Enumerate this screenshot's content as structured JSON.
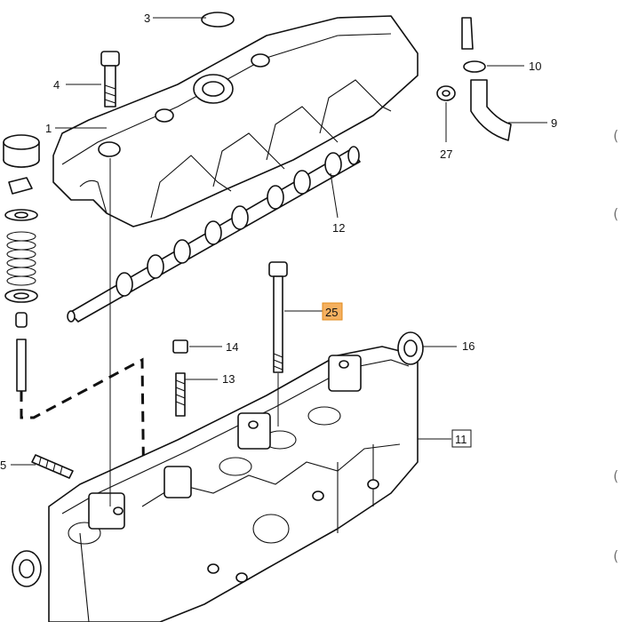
{
  "callouts": {
    "c1": "1",
    "c3": "3",
    "c4": "4",
    "c5": "5",
    "c9": "9",
    "c10": "10",
    "c11": "11",
    "c12": "12",
    "c13": "13",
    "c14": "14",
    "c16": "16",
    "c25": "25",
    "c27": "27"
  },
  "edge_marks": {
    "m1": "(",
    "m2": "(",
    "m3": "(",
    "m4": "("
  },
  "colors": {
    "highlight_fill": "#f5b060",
    "highlight_stroke": "#e08a1a",
    "line": "#111111"
  }
}
